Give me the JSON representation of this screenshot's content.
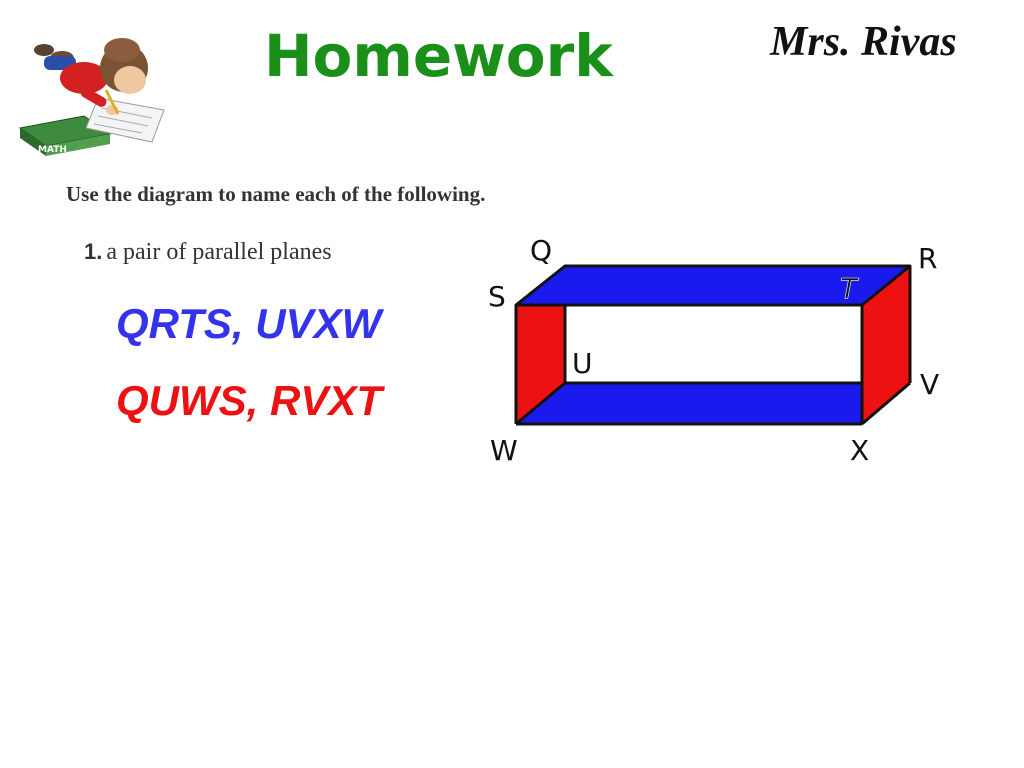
{
  "header": {
    "title": "Homework",
    "teacher": "Mrs. Rivas",
    "clipart_label": "MATH"
  },
  "instruction": "Use the diagram to name each of the following.",
  "question": {
    "number": "1.",
    "text": "a pair of parallel planes"
  },
  "answers": [
    {
      "text": "QRTS, UVXW",
      "color": "#3333ee"
    },
    {
      "text": "QUWS, RVXT",
      "color": "#ee1111"
    }
  ],
  "diagram": {
    "vertices": {
      "Q": "Q",
      "R": "R",
      "S": "S",
      "T": "T",
      "U": "U",
      "V": "V",
      "W": "W",
      "X": "X"
    },
    "colors": {
      "horizontal_faces": "#1a1aee",
      "vertical_faces": "#ee1111",
      "outline": "#111111"
    }
  }
}
